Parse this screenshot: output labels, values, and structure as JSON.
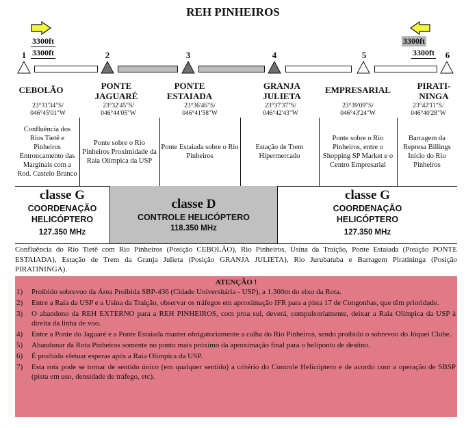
{
  "title": "REH PINHEIROS",
  "altitudes": {
    "left_top": "3300ft",
    "left_bottom": "3300ft",
    "right_top": "3300ft",
    "right_bottom": "3300ft"
  },
  "points": [
    {
      "num": "1",
      "name_lines": [
        "CEBOLÃO"
      ],
      "coord_lines": [
        "23°31'34\"S/",
        "046°45'01\"W"
      ],
      "desc": "Confluência dos Rios Tietê e Pinheiros Entroncamento das Marginais com a Rod. Castelo Branco"
    },
    {
      "num": "2",
      "name_lines": [
        "PONTE",
        "JAGUARÉ"
      ],
      "coord_lines": [
        "23°32'45\"S/",
        "046°44'05\"W"
      ],
      "desc": "Ponte sobre o Rio Pinheiros Proximidade da Raia Olímpica da USP"
    },
    {
      "num": "3",
      "name_lines": [
        "PONTE",
        "ESTAIADA"
      ],
      "coord_lines": [
        "23°36'46\"S/",
        "046°41'58\"W"
      ],
      "desc": "Ponte Estaiada sobre o Rio Pinheiros"
    },
    {
      "num": "4",
      "name_lines": [
        "GRANJA",
        "JULIETA"
      ],
      "coord_lines": [
        "23°37'37\"S/",
        "046°42'43\"W"
      ],
      "desc": "Estação de Trem Hipermercado"
    },
    {
      "num": "5",
      "name_lines": [
        "EMPRESARIAL"
      ],
      "coord_lines": [
        "23°39'09\"S/",
        "046°43'24\"W"
      ],
      "desc": "Ponte sobre o Rio Pinheiros, entre o Shopping SP Market e o Centro Empresarial"
    },
    {
      "num": "6",
      "name_lines": [
        "PIRATI-",
        "NINGA"
      ],
      "coord_lines": [
        "23°42'11\"S/",
        "046°40'28\"W"
      ],
      "desc": "Barragem da Represa Billings Início do Rio Pinheiros"
    }
  ],
  "classes": [
    {
      "name": "classe G",
      "line1": "COORDENAÇÃO",
      "line2": "HELICÓPTERO",
      "freq": "127.350 MHz"
    },
    {
      "name": "classe D",
      "line1": "CONTROLE HELICÓPTERO",
      "freq": "118.350 MHz"
    },
    {
      "name": "classe G",
      "line1": "COORDENAÇÃO",
      "line2": "HELICÓPTERO",
      "freq": "127.350 MHz"
    }
  ],
  "summary": "Confluência do Rio Tietê com Rio Pinheiros (Posição CEBOLÃO), Rio Pinheiros, Usina da Traição, Ponte Estaiada (Posição PONTE ESTAIADA), Estação de Trem da Granja Julieta (Posição GRANJA JULIETA), Rio Jurubatuba e Barragem Piratininga (Posição PIRATININGA).",
  "attention": {
    "title": "ATENÇÃO !",
    "items": [
      {
        "n": "1)",
        "text": "Proibido sobrevoo da Área Proibida SBP-436 (Cidade Universitária - USP), a 1.300m do eixo da Rota."
      },
      {
        "n": "2)",
        "text": "Entre a Raia da USP e a Usina da Traição, observar os tráfegos em aproximação IFR para a pista 17 de Congonhas, que têm prioridade."
      },
      {
        "n": "3)",
        "text": "O abandono da REH EXTERNO para a REH PINHEIROS, com proa sul, deverá, compulsoriamente, deixar a Raia Olímpica da USP à direita da linha de voo."
      },
      {
        "n": "4)",
        "text": "Entre a Ponte do Jaguaré e a Ponte Estaiada manter obrigatoriamente a calha do Rio Pinheiros, sendo proibido o sobrevoo do Jóquei Clube."
      },
      {
        "n": "5)",
        "text": "Abandonar da Rota Pinheiros somente no ponto mais próximo da aproximação final para o heliponto de destino."
      },
      {
        "n": "6)",
        "text": "É proibido efetuar esperas após a Raia Olímpica da USP."
      },
      {
        "n": "7)",
        "text": "Esta rota pode se tornar de sentido único (em qualquer sentido) a critério do Controle Helicóptero e de acordo com a operação de SBSP (pista em uso, densidade de tráfego, etc)."
      }
    ]
  },
  "colors": {
    "arrow": "#f5f53a",
    "segment_gray": "#bdbdbd",
    "class_d_bg": "#c0c0c0",
    "attention_bg": "#e07a86"
  }
}
